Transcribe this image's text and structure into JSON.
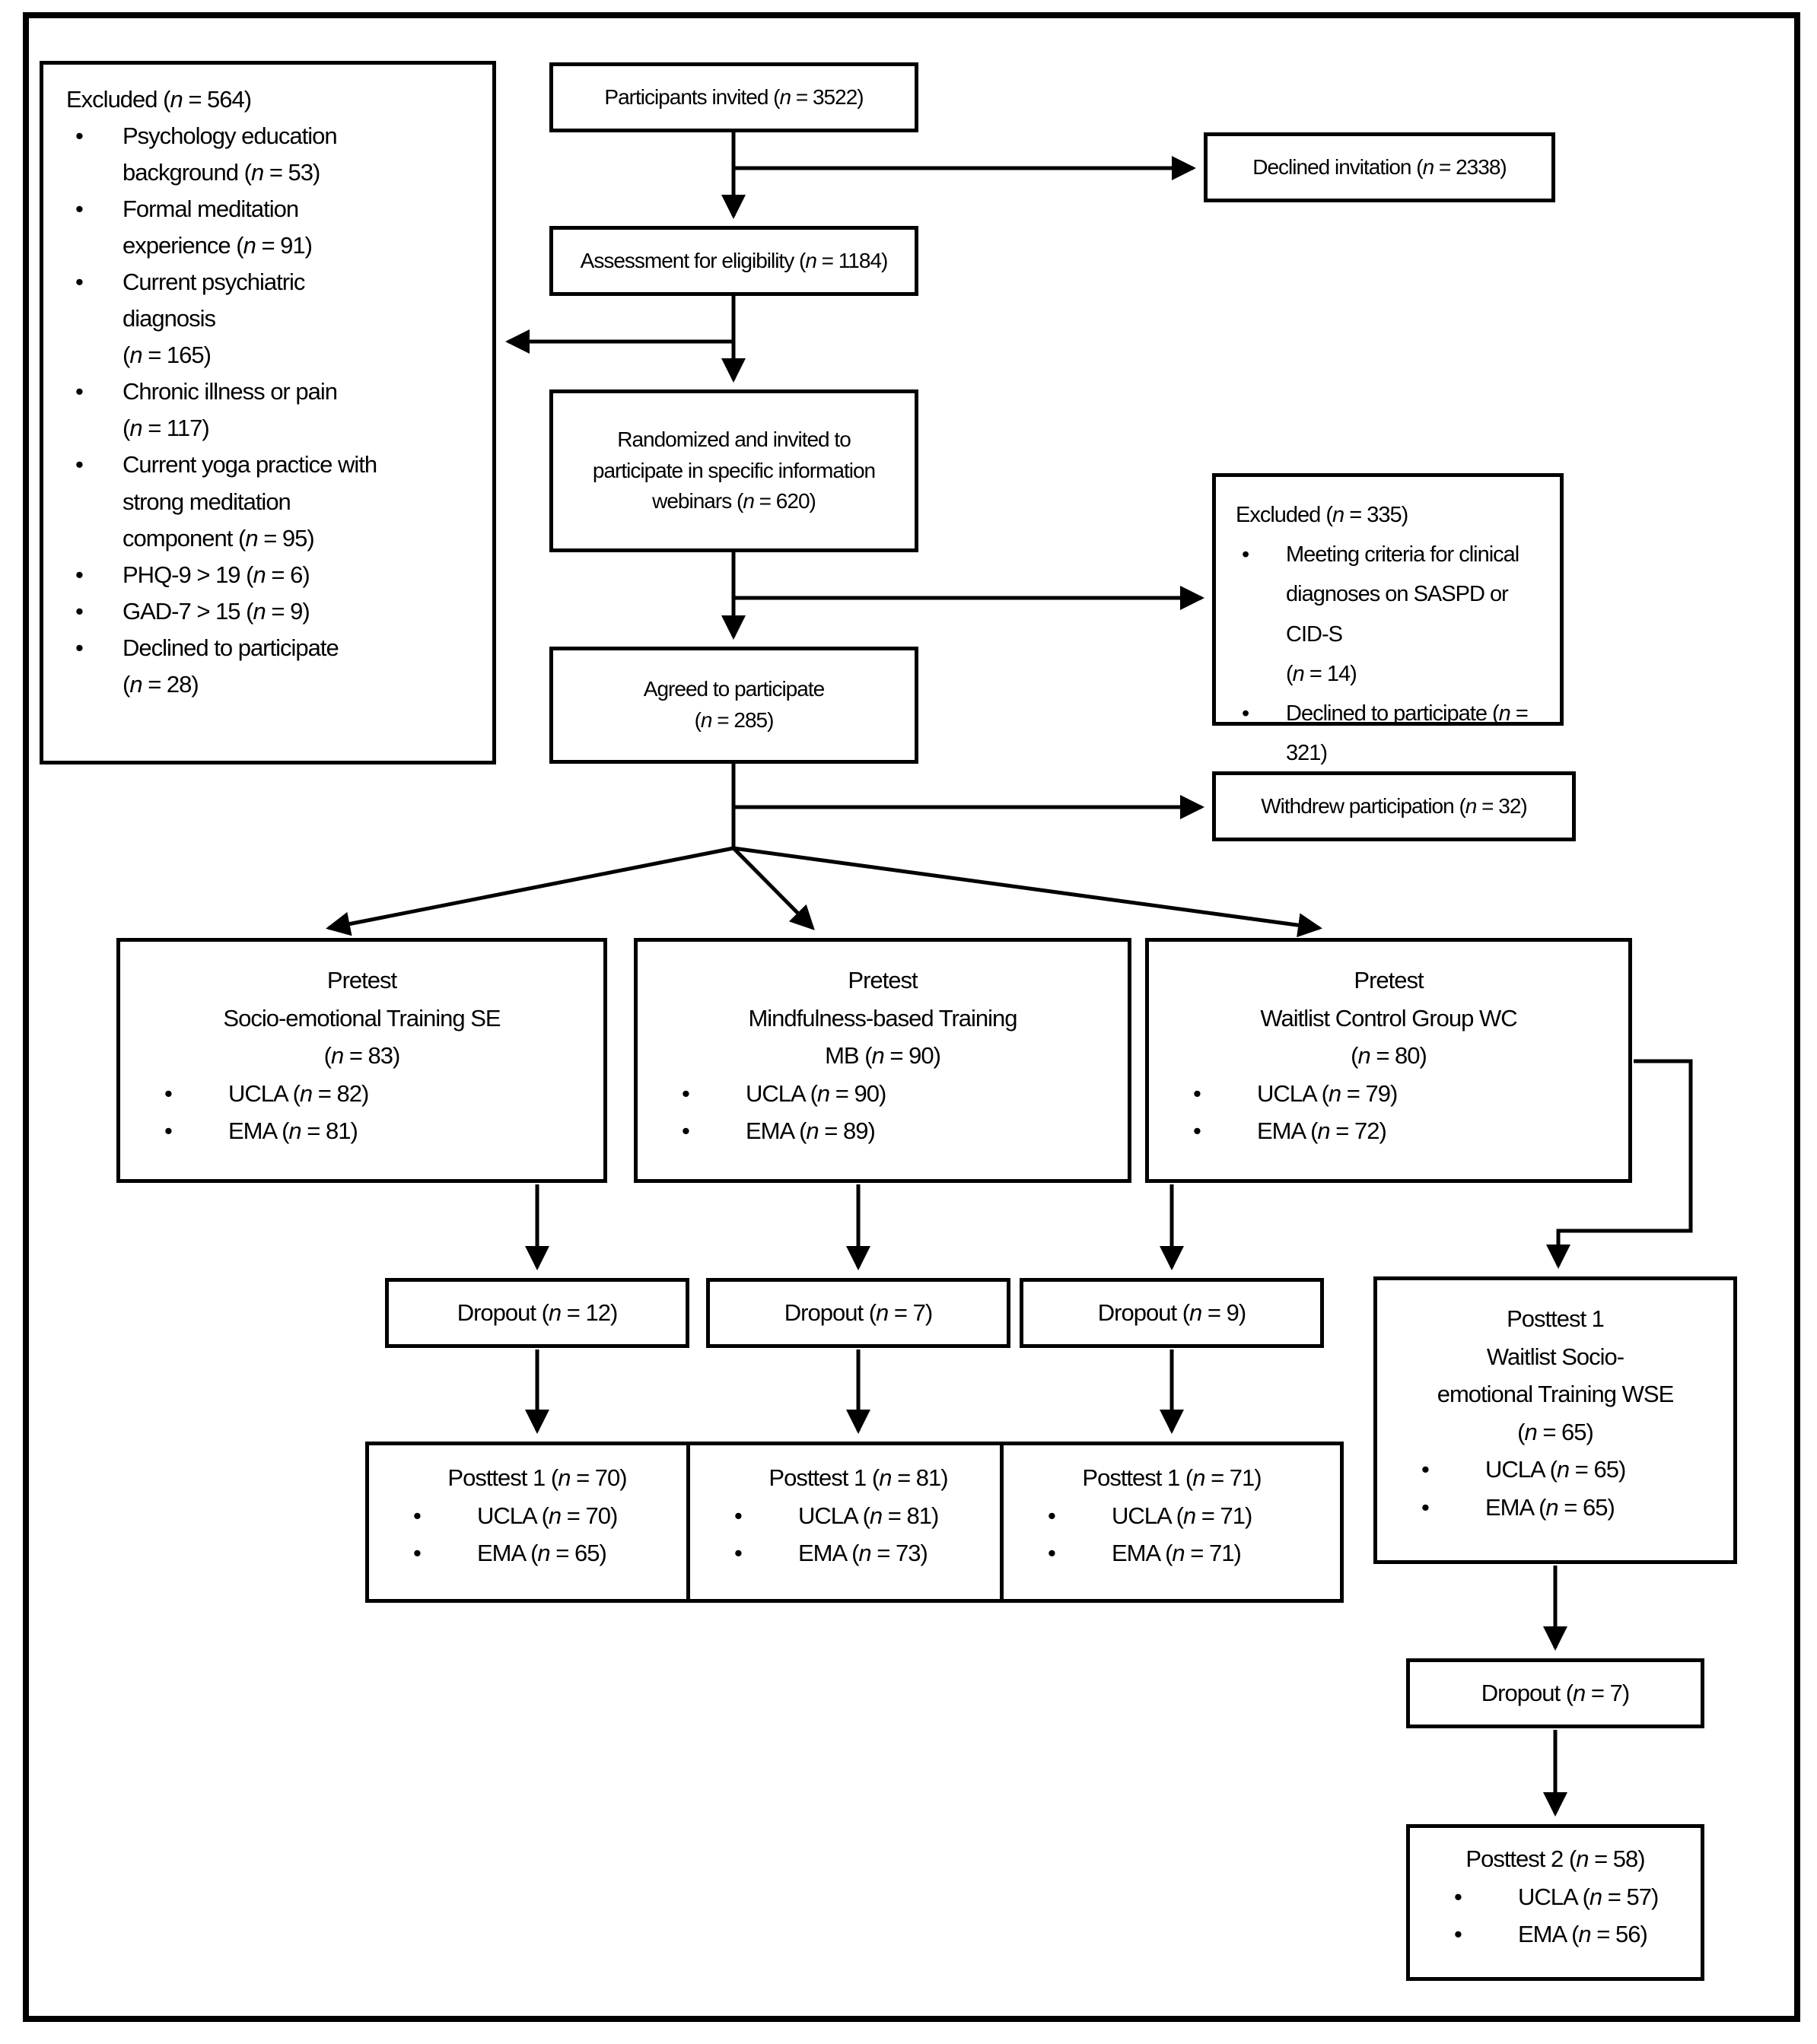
{
  "ui": {
    "bullet_char": "•"
  },
  "colors": {
    "line": "#000000",
    "background": "#ffffff",
    "box_background": "#ffffff"
  },
  "boxes": {
    "excluded_screening": {
      "title": "Excluded (n = 564)",
      "items": [
        "Psychology education\nbackground (n = 53)",
        "Formal meditation\nexperience (n = 91)",
        "Current psychiatric\ndiagnosis\n(n = 165)",
        "Chronic illness or pain\n(n = 117)",
        "Current yoga practice with\nstrong meditation\ncomponent (n = 95)",
        "PHQ-9 > 19 (n = 6)",
        "GAD-7 > 15 (n = 9)",
        "Declined to participate\n(n = 28)"
      ]
    },
    "participants_invited": {
      "label": "Participants invited (n = 3522)"
    },
    "declined_invitation": {
      "label": "Declined invitation (n = 2338)"
    },
    "assessment_eligibility": {
      "label": "Assessment for eligibility (n = 1184)"
    },
    "randomized_webinars": {
      "label": "Randomized and invited to\nparticipate in specific information\nwebinars (n = 620)"
    },
    "excluded_randomization": {
      "title": "Excluded (n = 335)",
      "items": [
        "Meeting criteria for clinical\ndiagnoses on SASPD or CID-S\n(n = 14)",
        "Declined to participate (n = 321)"
      ]
    },
    "agreed_participate": {
      "label": "Agreed to participate\n(n = 285)"
    },
    "withdrew_participation": {
      "label": "Withdrew participation (n = 32)"
    },
    "pretest_se": {
      "title": "Pretest\nSocio-emotional Training SE\n(n = 83)",
      "items": [
        "UCLA (n = 82)",
        "EMA (n = 81)"
      ]
    },
    "pretest_mb": {
      "title": "Pretest\nMindfulness-based Training\nMB (n = 90)",
      "items": [
        "UCLA (n = 90)",
        "EMA (n = 89)"
      ]
    },
    "pretest_wc": {
      "title": "Pretest\nWaitlist Control Group WC\n(n = 80)",
      "items": [
        "UCLA (n = 79)",
        "EMA (n = 72)"
      ]
    },
    "dropout_se": {
      "label": "Dropout (n = 12)"
    },
    "dropout_mb": {
      "label": "Dropout (n = 7)"
    },
    "dropout_wc": {
      "label": "Dropout (n = 9)"
    },
    "posttest1_se": {
      "title": "Posttest 1 (n = 70)",
      "items": [
        "UCLA (n = 70)",
        "EMA (n = 65)"
      ]
    },
    "posttest1_mb": {
      "title": "Posttest 1 (n = 81)",
      "items": [
        "UCLA (n = 81)",
        "EMA (n = 73)"
      ]
    },
    "posttest1_wc": {
      "title": "Posttest 1 (n = 71)",
      "items": [
        "UCLA (n = 71)",
        "EMA (n = 71)"
      ]
    },
    "posttest1_wse": {
      "title": "Posttest 1\nWaitlist Socio-\nemotional Training WSE\n(n = 65)",
      "items": [
        "UCLA (n = 65)",
        "EMA (n = 65)"
      ]
    },
    "dropout_wse": {
      "label": "Dropout (n = 7)"
    },
    "posttest2_wse": {
      "title": "Posttest 2 (n = 58)",
      "items": [
        "UCLA (n = 57)",
        "EMA (n = 56)"
      ]
    }
  }
}
